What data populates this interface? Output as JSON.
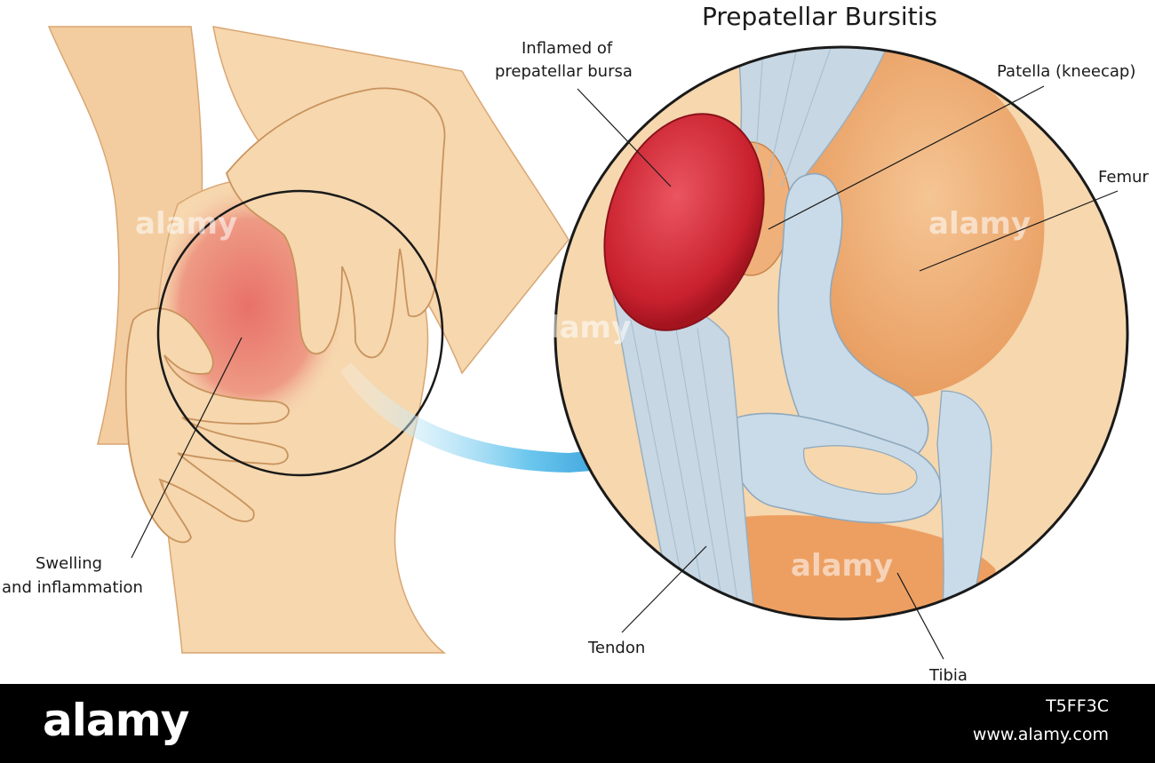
{
  "title": "Prepatellar Bursitis",
  "labels": {
    "bursa_line1": "Inflamed of",
    "bursa_line2": "prepatellar bursa",
    "patella": "Patella (kneecap)",
    "femur": "Femur",
    "swelling_line1": "Swelling",
    "swelling_line2": "and inflammation",
    "tendon": "Tendon",
    "tibia": "Tibia"
  },
  "watermark": "alamy",
  "footer": {
    "brand": "alamy",
    "image_id": "T5FF3C",
    "site": "www.alamy.com"
  },
  "colors": {
    "skin": "#f6d7ae",
    "inflammation": "#e8716a",
    "bursa": "#d42a36",
    "ligament": "#c9dbe8",
    "bone": "#f2b47c",
    "arrow": "#3fb4e6",
    "footer": "#000000"
  }
}
